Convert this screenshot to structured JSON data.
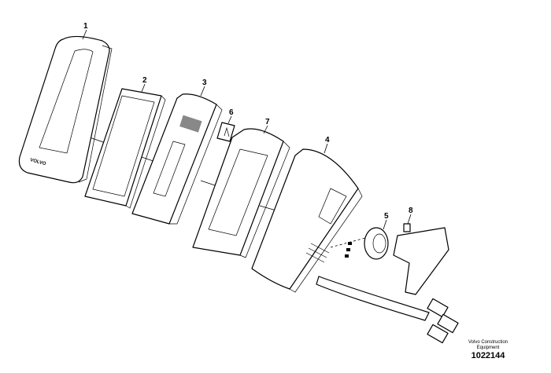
{
  "callouts": [
    "1",
    "2",
    "3",
    "4",
    "5",
    "6",
    "7",
    "8"
  ],
  "logo_text": "VOLVO",
  "credit": {
    "line1": "Volvo Construction",
    "line2": "Equipment"
  },
  "document_number": "1022144"
}
